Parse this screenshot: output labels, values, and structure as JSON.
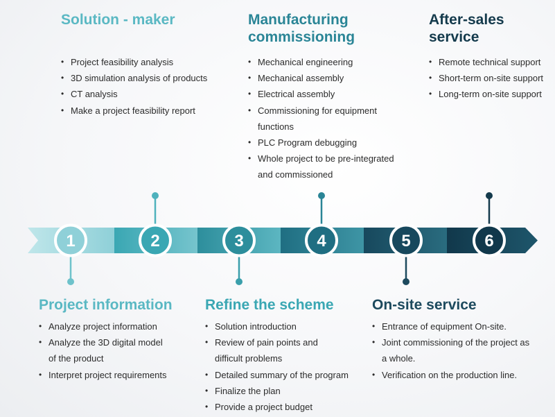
{
  "colors": {
    "teal_light": "#5ab8c3",
    "teal_mid": "#3aa7b3",
    "teal_dark": "#2a8596",
    "navy": "#1d4a5e",
    "navy_dark": "#143a4c"
  },
  "steps": [
    {
      "number": "1",
      "title": "Project information",
      "title_color": "#5ab8c3",
      "items": [
        "Analyze project information",
        "Analyze the 3D digital model",
        "of the product",
        "Interpret project requirements"
      ]
    },
    {
      "number": "2",
      "title": "Solution - maker",
      "title_color": "#5ab8c3",
      "items": [
        "Project feasibility analysis",
        "3D simulation analysis of products",
        "CT analysis",
        "Make a project feasibility report"
      ]
    },
    {
      "number": "3",
      "title": "Refine the scheme",
      "title_color": "#3aa7b3",
      "items": [
        "Solution introduction",
        "Review of pain points and",
        "difficult problems",
        "Detailed summary of the program",
        "Finalize the plan",
        "Provide a project budget"
      ]
    },
    {
      "number": "4",
      "title_lines": [
        "Manufacturing",
        "commissioning"
      ],
      "title_color": "#2a8596",
      "items": [
        "Mechanical engineering",
        "Mechanical assembly",
        "Electrical assembly",
        "Commissioning for equipment",
        "functions",
        "PLC Program debugging",
        "Whole project to be pre-integrated",
        "and commissioned"
      ]
    },
    {
      "number": "5",
      "title": "On-site service",
      "title_color": "#1d4a5e",
      "items": [
        "Entrance of equipment On-site.",
        "Joint commissioning of the project as",
        "a whole.",
        "Verification on the production line."
      ]
    },
    {
      "number": "6",
      "title_lines": [
        "After-sales",
        "service"
      ],
      "title_color": "#143a4c",
      "items": [
        "Remote technical support",
        "Short-term on-site support",
        "Long-term on-site support"
      ]
    }
  ]
}
